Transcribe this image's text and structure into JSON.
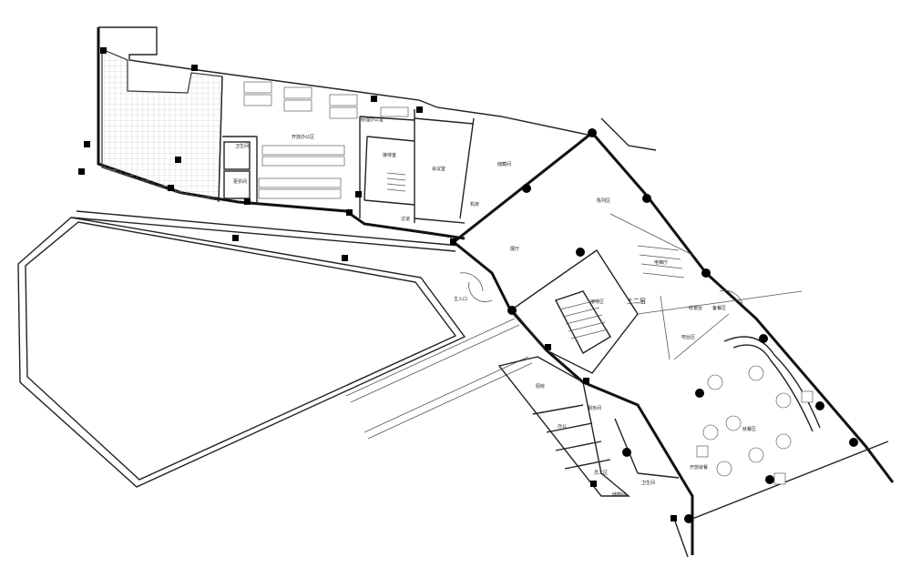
{
  "plan": {
    "labels": {
      "open_office": "开放办公区",
      "manager_office": "经理办公室",
      "reception_office": "接待室",
      "meeting_room": "会议室",
      "storage": "储藏间",
      "utility": "机房",
      "corridor": "过道",
      "hall": "展厅",
      "exhibition": "陈列区",
      "lift_lobby": "电梯厅",
      "reception": "接待区",
      "up_stairs": "上二层",
      "main_entrance": "主入口",
      "cashier": "收银台",
      "bar": "吧台区",
      "dining": "就餐区",
      "open_dining": "开放就餐",
      "kitchen": "厨房",
      "storage2": "储物间",
      "service": "服务间",
      "washroom": "卫生间",
      "office_small": "办公",
      "staff": "员工区",
      "cloak": "更衣间",
      "pantry": "备餐区"
    }
  }
}
